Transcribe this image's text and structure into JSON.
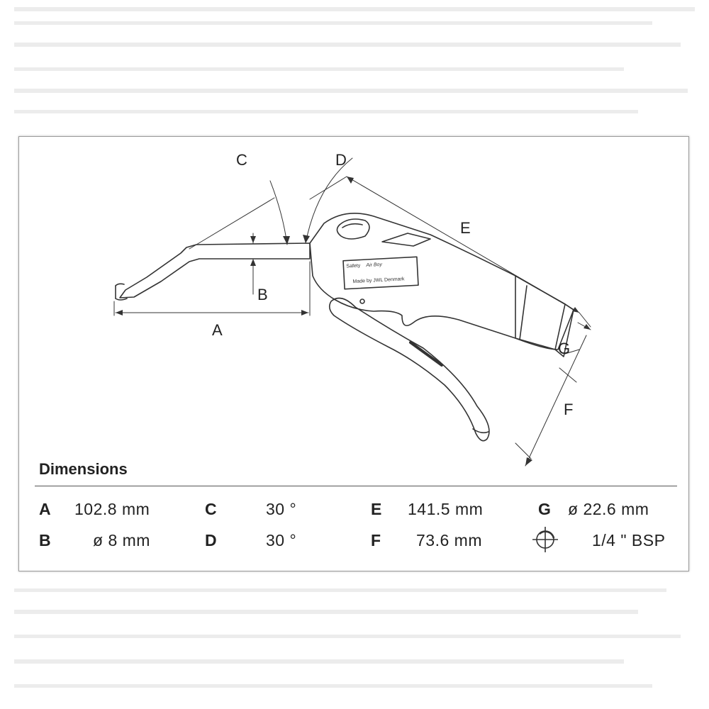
{
  "diagram": {
    "labels": {
      "a": "A",
      "b": "B",
      "c": "C",
      "d": "D",
      "e": "E",
      "f": "F",
      "g": "G"
    },
    "product_plate": {
      "brand_prefix": "Safety",
      "brand_name": "Air Boy",
      "made_by": "Made by JWL Denmark"
    }
  },
  "dimensions": {
    "title": "Dimensions",
    "rows": [
      [
        {
          "label": "A",
          "value": "102.8 mm"
        },
        {
          "label": "C",
          "value": "30 °"
        },
        {
          "label": "E",
          "value": "141.5 mm"
        },
        {
          "label": "G",
          "value": "ø 22.6 mm"
        }
      ],
      [
        {
          "label": "B",
          "value": "ø 8 mm"
        },
        {
          "label": "D",
          "value": "30 °"
        },
        {
          "label": "F",
          "value": "73.6 mm"
        },
        {
          "icon": "thread-symbol-icon",
          "value": "1/4 \" BSP"
        }
      ]
    ]
  },
  "colors": {
    "line": "#333333",
    "border": "#9a9a9a",
    "text": "#222222"
  }
}
